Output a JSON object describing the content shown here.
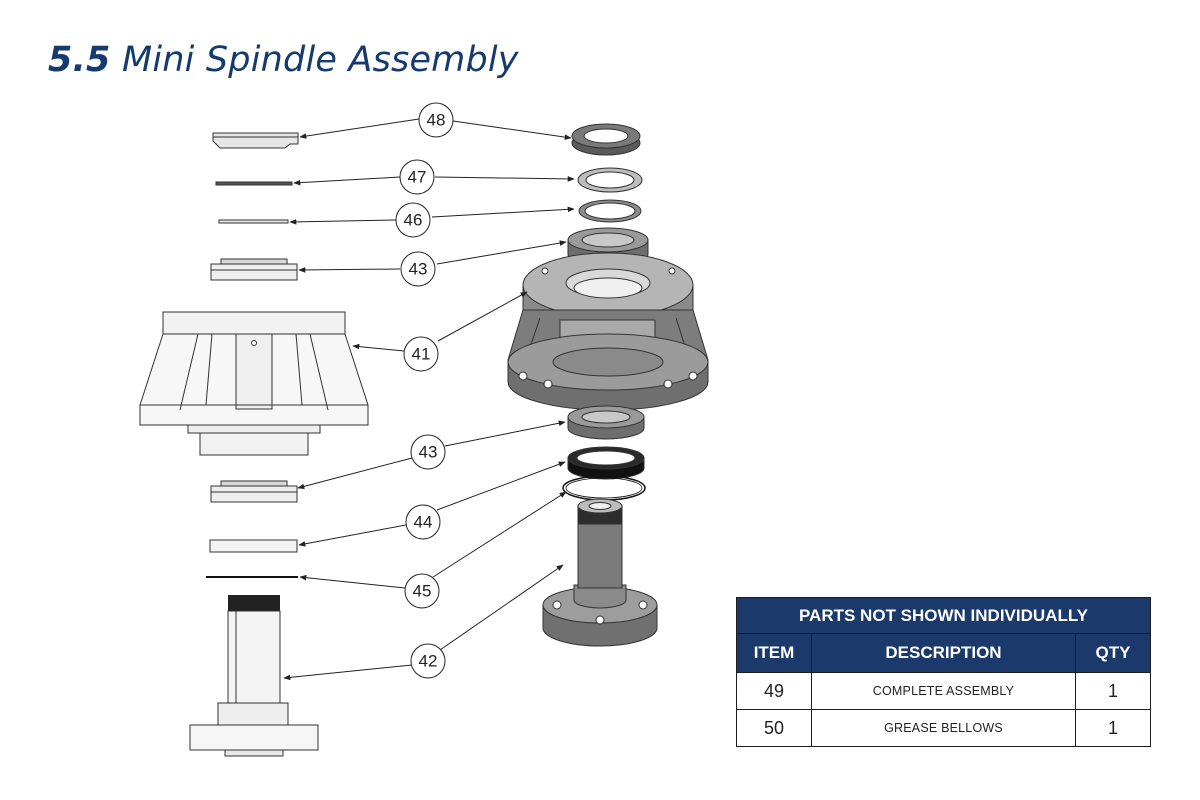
{
  "title": {
    "number": "5.5",
    "text": "Mini Spindle Assembly"
  },
  "callouts": [
    {
      "id": "c48",
      "label": "48"
    },
    {
      "id": "c47",
      "label": "47"
    },
    {
      "id": "c46",
      "label": "46"
    },
    {
      "id": "c43a",
      "label": "43"
    },
    {
      "id": "c41",
      "label": "41"
    },
    {
      "id": "c43b",
      "label": "43"
    },
    {
      "id": "c44",
      "label": "44"
    },
    {
      "id": "c45",
      "label": "45"
    },
    {
      "id": "c42",
      "label": "42"
    }
  ],
  "parts_table": {
    "heading": "PARTS NOT SHOWN INDIVIDUALLY",
    "columns": [
      "ITEM",
      "DESCRIPTION",
      "QTY"
    ],
    "rows": [
      {
        "item": "49",
        "description": "COMPLETE ASSEMBLY",
        "qty": "1"
      },
      {
        "item": "50",
        "description": "GREASE BELLOWS",
        "qty": "1"
      }
    ]
  },
  "colors": {
    "title": "#143a6e",
    "table_header": "#1b3a6b"
  }
}
